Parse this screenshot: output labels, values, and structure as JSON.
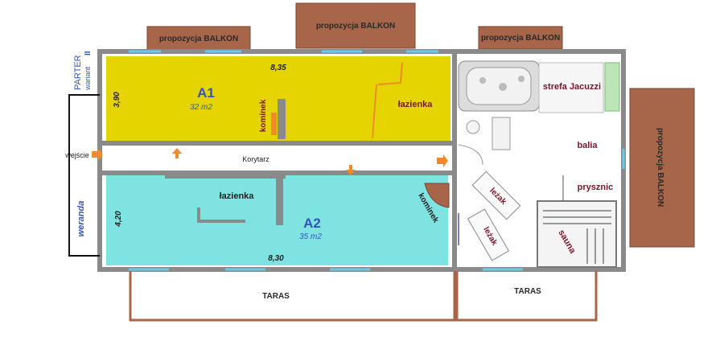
{
  "header": {
    "floor": "PARTER",
    "variant": "wariant",
    "variant_number": "II"
  },
  "balconies": {
    "top_left": "propozycja BALKON",
    "top_center": "propozycja BALKON",
    "top_right": "propozycja BALKON",
    "right_side": "propozycja BALKON"
  },
  "apartment_a1": {
    "name": "A1",
    "area": "32 m2",
    "width_dim": "8,35",
    "height_dim": "3,90",
    "fireplace": "kominek",
    "bathroom": "łazienka"
  },
  "apartment_a2": {
    "name": "A2",
    "area": "35 m2",
    "width_dim": "8,30",
    "height_dim": "4,20",
    "fireplace": "kominek",
    "bathroom": "łazienka"
  },
  "corridor": "Korytarz",
  "entrance": "wejście",
  "veranda": "weranda",
  "terraces": {
    "left": "TARAS",
    "right": "TARAS"
  },
  "spa": {
    "jacuzzi": "strefa Jacuzzi",
    "balia": "balia",
    "shower": "prysznic",
    "lounger_1": "leżak",
    "lounger_2": "leżak",
    "sauna": "sauna"
  },
  "colors": {
    "a1_fill": "#e6d400",
    "a2_fill": "#7ee3e1",
    "balcony_fill": "#a7654a",
    "wall": "#8a8a8a",
    "arrow": "#f08a2a",
    "maroon_text": "#7a1528",
    "blue_text": "#3355bb"
  }
}
